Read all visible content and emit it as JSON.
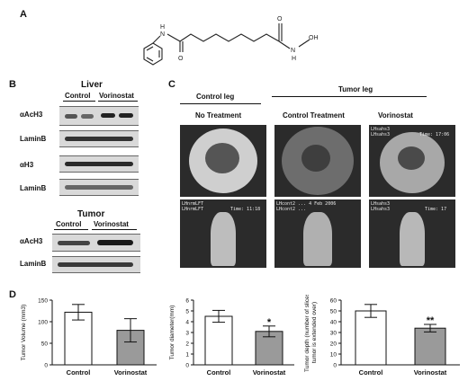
{
  "panels": {
    "a": "A",
    "b": "B",
    "c": "C",
    "d": "D"
  },
  "structure": {
    "atoms": {
      "nh": "N",
      "h_amide": "H",
      "o1": "O",
      "o2": "O",
      "nh2": "N",
      "h2": "H",
      "oh": "OH"
    }
  },
  "blot_liver": {
    "title": "Liver",
    "groups": [
      "Control",
      "Vorinostat"
    ],
    "rows": [
      "αAcH3",
      "LaminB",
      "αH3",
      "LaminB"
    ]
  },
  "blot_tumor": {
    "title": "Tumor",
    "groups": [
      "Control",
      "Vorinostat"
    ],
    "rows": [
      "αAcH3",
      "LaminB"
    ]
  },
  "legs": {
    "control_leg": "Control leg",
    "tumor_leg": "Tumor  leg",
    "columns": [
      "No Treatment",
      "Control Treatment",
      "Vorinostat"
    ],
    "overlays": {
      "c2_top_a": "LHsahs3",
      "c2_top_b": "LHsahs3",
      "c2_top_time": "Time: 17:06",
      "c0_bot_a": "LHnrmLFT",
      "c0_bot_b": "LHnrmLFT",
      "c0_bot_time": "Time: 11:18",
      "c1_bot_a": "LHcont2 ... 4 Feb 2006",
      "c1_bot_b": "LHcont2 ...",
      "c2_bot_a": "LHsahs3",
      "c2_bot_b": "LHsahs3",
      "c2_bot_time": "Time: 17"
    }
  },
  "chart_data": [
    {
      "type": "bar",
      "categories": [
        "Control",
        "Vorinostat"
      ],
      "values": [
        122,
        80
      ],
      "errors": [
        18,
        27
      ],
      "ylabel": "Tumor Volume (mm3)",
      "ylim": [
        0,
        150
      ],
      "yticks": [
        0,
        50,
        100,
        150
      ],
      "significance": [
        "",
        ""
      ],
      "colors": [
        "#ffffff",
        "#9a9a9a"
      ]
    },
    {
      "type": "bar",
      "categories": [
        "Control",
        "Vorinostat"
      ],
      "values": [
        4.5,
        3.1
      ],
      "errors": [
        0.55,
        0.5
      ],
      "ylabel": "Tumor diameter(mm)",
      "ylim": [
        0,
        6
      ],
      "yticks": [
        0,
        1,
        2,
        3,
        4,
        5,
        6
      ],
      "significance": [
        "",
        "*"
      ],
      "colors": [
        "#ffffff",
        "#9a9a9a"
      ]
    },
    {
      "type": "bar",
      "categories": [
        "Control",
        "Vorinostat"
      ],
      "values": [
        50,
        34
      ],
      "errors": [
        6,
        3.5
      ],
      "ylabel": "Tumor depth (number of slices tumor is extended over)",
      "ylim": [
        0,
        60
      ],
      "yticks": [
        0,
        10,
        20,
        30,
        40,
        50,
        60
      ],
      "significance": [
        "",
        "**"
      ],
      "colors": [
        "#ffffff",
        "#9a9a9a"
      ]
    }
  ]
}
